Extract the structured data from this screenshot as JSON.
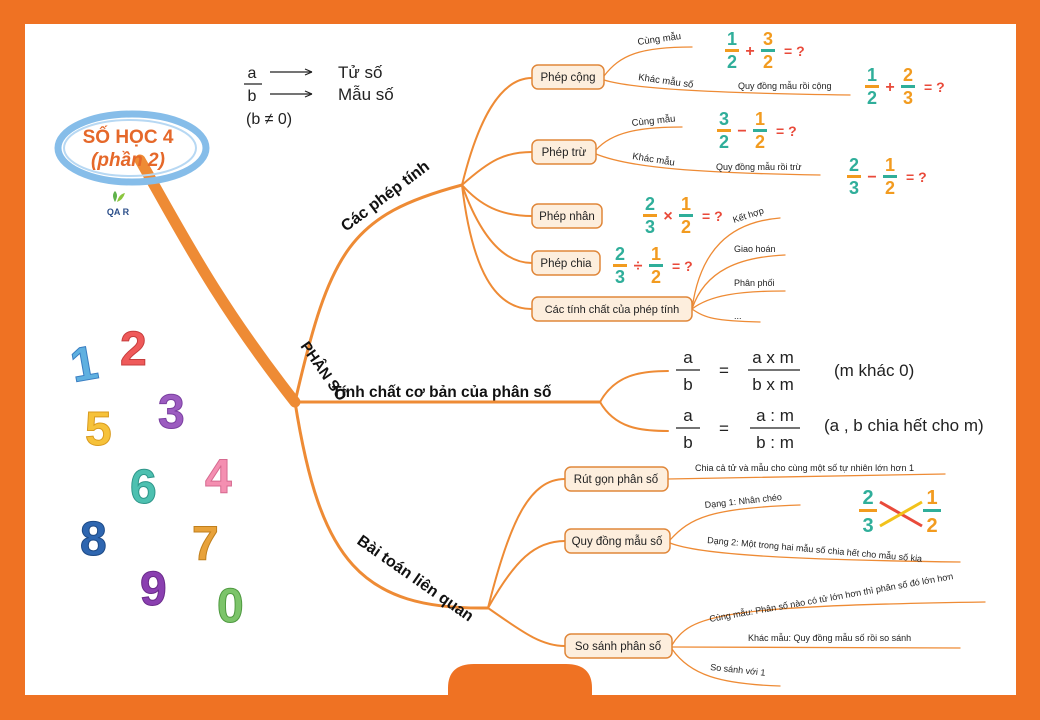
{
  "title": {
    "line1": "SỐ HỌC 4",
    "line2": "(phần 2)",
    "logo": "QA R"
  },
  "legend": {
    "a": "a",
    "b": "b",
    "numerator": "Tử số",
    "denominator": "Mẫu số",
    "condition": "(b ≠ 0)"
  },
  "root": "PHÂN SỐ",
  "branch1": {
    "label": "Các phép tính",
    "add": {
      "label": "Phép cộng",
      "same": "Cùng mẫu",
      "diff": "Khác mẫu số",
      "diff_note": "Quy đồng mẫu rồi cộng"
    },
    "sub": {
      "label": "Phép trừ",
      "same": "Cùng mẫu",
      "diff": "Khác mẫu",
      "diff_note": "Quy đồng mẫu rồi trừ"
    },
    "mul": {
      "label": "Phép nhân"
    },
    "div": {
      "label": "Phép chia"
    },
    "props": {
      "label": "Các tính chất của phép tính",
      "items": [
        "Kết hợp",
        "Giao hoán",
        "Phân phối",
        "..."
      ]
    }
  },
  "branch2": {
    "label": "Tính chất cơ bản của phân số",
    "eq1": {
      "lhs_top": "a",
      "lhs_bot": "b",
      "eq": "=",
      "rhs_top": "a x m",
      "rhs_bot": "b x m",
      "note": "(m khác 0)"
    },
    "eq2": {
      "lhs_top": "a",
      "lhs_bot": "b",
      "eq": "=",
      "rhs_top": "a : m",
      "rhs_bot": "b : m",
      "note": "(a , b chia hết cho m)"
    }
  },
  "branch3": {
    "label": "Bài toán liên quan",
    "reduce": {
      "label": "Rút gọn phân số",
      "note": "Chia cả tử và mẫu cho cùng một số tự nhiên lớn hơn 1"
    },
    "common": {
      "label": "Quy đồng mẫu số",
      "d1": "Dạng 1: Nhân chéo",
      "d2": "Dạng 2: Một trong hai mẫu số chia hết cho mẫu số kia"
    },
    "compare": {
      "label": "So sánh phân số",
      "c1": "Cùng mẫu: Phân số nào có tử lớn hơn thì phân số đó lớn hơn",
      "c2": "Khác mẫu: Quy đồng mẫu số rồi so sánh",
      "c3": "So sánh với 1"
    }
  },
  "examples": {
    "add_same": {
      "n1": "1",
      "d1": "2",
      "op": "+",
      "n2": "3",
      "d2": "2",
      "eq": "= ?"
    },
    "add_diff": {
      "n1": "1",
      "d1": "2",
      "op": "+",
      "n2": "2",
      "d2": "3",
      "eq": "= ?"
    },
    "sub_same": {
      "n1": "3",
      "d1": "2",
      "op": "−",
      "n2": "1",
      "d2": "2",
      "eq": "= ?"
    },
    "sub_diff": {
      "n1": "2",
      "d1": "3",
      "op": "−",
      "n2": "1",
      "d2": "2",
      "eq": "= ?"
    },
    "mul": {
      "n1": "2",
      "d1": "3",
      "op": "×",
      "n2": "1",
      "d2": "2",
      "eq": "= ?"
    },
    "div": {
      "n1": "2",
      "d1": "3",
      "op": "÷",
      "n2": "1",
      "d2": "2",
      "eq": "= ?"
    },
    "cross": {
      "n1": "2",
      "d1": "3",
      "n2": "1",
      "d2": "2"
    }
  },
  "digits": [
    "1",
    "2",
    "5",
    "3",
    "6",
    "4",
    "8",
    "7",
    "9",
    "0"
  ],
  "colors": {
    "frame": "#ef7223",
    "box_fill": "#fdeedd",
    "box_stroke": "#e0873a",
    "circle": "#7fb7e6",
    "title": "#e5682a",
    "fraction_green": "#2fae9a",
    "fraction_orange": "#f29b1f"
  }
}
